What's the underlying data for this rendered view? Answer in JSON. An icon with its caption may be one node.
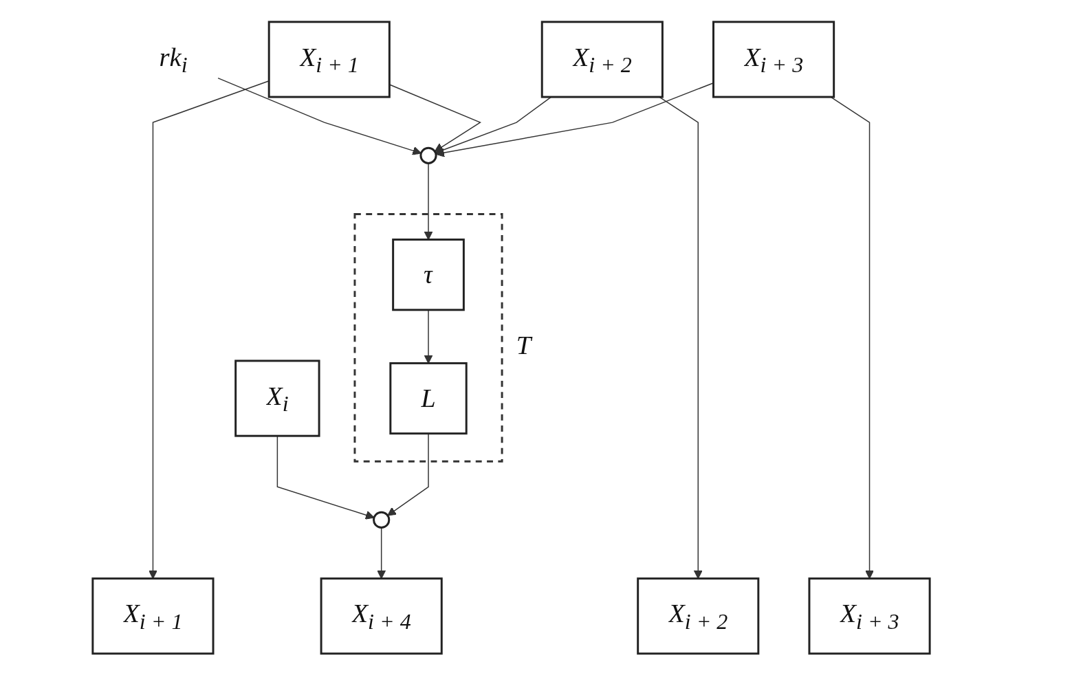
{
  "diagram": {
    "nodes": [
      {
        "text": [
          "X$_{i}$"
        ]
      },
      {
        "text": [
          "X$_{i + 1}$"
        ]
      },
      {
        "text": [
          "X$_{i + 2}$"
        ]
      },
      {
        "text": [
          "X$_{i + 3}$"
        ]
      },
      {
        "text": [],
        "shape": "circle"
      },
      {
        "text": [
          "rk$_{i}$"
        ]
      },
      {
        "text": [
          "T"
        ]
      },
      {
        "text": [
          "τ"
        ],
        "in": 6
      },
      {
        "text": [
          "L"
        ],
        "in": 6
      },
      {
        "text": [],
        "shape": "circle"
      },
      {
        "text": [
          "X$_{i + 1}$"
        ]
      },
      {
        "text": [
          "X$_{i + 2}$"
        ]
      },
      {
        "text": [
          "X$_{i + 3}$"
        ]
      },
      {
        "text": [
          "X$_{i + 4}$"
        ]
      }
    ],
    "edges": [
      {
        "from": 3,
        "to": 4,
        "arrow": "to"
      },
      {
        "from": 2,
        "to": 4,
        "arrow": "to"
      },
      {
        "from": 1,
        "to": 4,
        "arrow": "to"
      },
      {
        "from": 5,
        "to": 4,
        "arrow": "to"
      },
      {
        "from": 4,
        "to": 7,
        "arrow": "to"
      },
      {
        "from": 7,
        "to": 8,
        "arrow": "to"
      },
      {
        "from": 8,
        "to": 9,
        "arrow": "to"
      },
      {
        "from": 0,
        "to": 9,
        "arrow": "to"
      },
      {
        "from": 1,
        "to": 10,
        "arrow": "to"
      },
      {
        "from": 2,
        "to": 11,
        "arrow": "to"
      },
      {
        "from": 3,
        "to": 12,
        "arrow": "to"
      },
      {
        "from": 9,
        "to": 13,
        "arrow": "to"
      }
    ]
  }
}
